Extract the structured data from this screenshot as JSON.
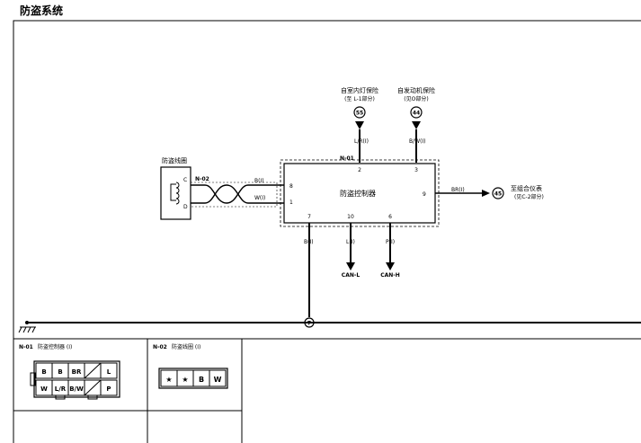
{
  "page_title": "防盗系统",
  "sources": {
    "fuse_left": {
      "title": "自室内灯保险",
      "ref": "(至 L-1部分)",
      "circle": "55"
    },
    "fuse_right": {
      "title": "自发动机保险",
      "ref": "(见O部分)",
      "circle": "44"
    }
  },
  "coil": {
    "title": "防盗线圈",
    "connector": "N-02",
    "pin_c": "C",
    "pin_d": "D"
  },
  "controller": {
    "title": "防盗控制器",
    "connector": "N-01",
    "pins": {
      "p2": "2",
      "p3": "3",
      "p8": "8",
      "p1": "1",
      "p9": "9",
      "p7": "7",
      "p10": "10",
      "p6": "6"
    }
  },
  "wires": {
    "lr": "L/R(I)",
    "bw": "B/W(I)",
    "b_top": "B(I)",
    "w": "W(I)",
    "br": "BR(I)",
    "b_bottom": "B(I)",
    "l": "L(I)",
    "p": "P(I)"
  },
  "outputs": {
    "combo": {
      "title": "至组合仪表",
      "ref": "(见C-2部分)",
      "circle": "45"
    },
    "can_l": "CAN-L",
    "can_h": "CAN-H"
  },
  "ground": {
    "circle": "7"
  },
  "connectors": {
    "n01": {
      "code": "N-01",
      "label": "防盗控制器 (I)",
      "row1": [
        "B",
        "B",
        "BR",
        "",
        "L"
      ],
      "row2": [
        "W",
        "L/R",
        "B/W",
        "",
        "P"
      ]
    },
    "n02": {
      "code": "N-02",
      "label": "防盗线圈 (I)",
      "cells": [
        "★",
        "★",
        "B",
        "W"
      ]
    }
  }
}
